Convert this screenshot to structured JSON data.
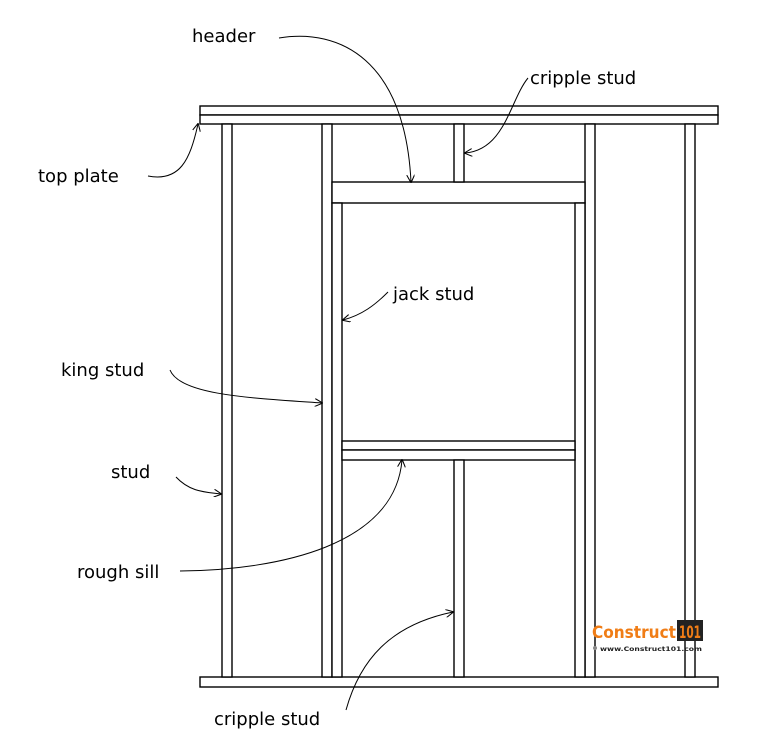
{
  "labels": {
    "header": "header",
    "cripple_stud_top": "cripple stud",
    "top_plate": "top plate",
    "jack_stud": "jack stud",
    "king_stud": "king stud",
    "stud": "stud",
    "rough_sill": "rough sill",
    "cripple_stud_bottom": "cripple stud"
  },
  "logo": {
    "brand": "Construct",
    "number": "101",
    "url": "www.Construct101.com"
  },
  "colors": {
    "line": "#000000",
    "background": "#ffffff",
    "logo_orange": "#f07d16",
    "logo_dark": "#222222"
  }
}
